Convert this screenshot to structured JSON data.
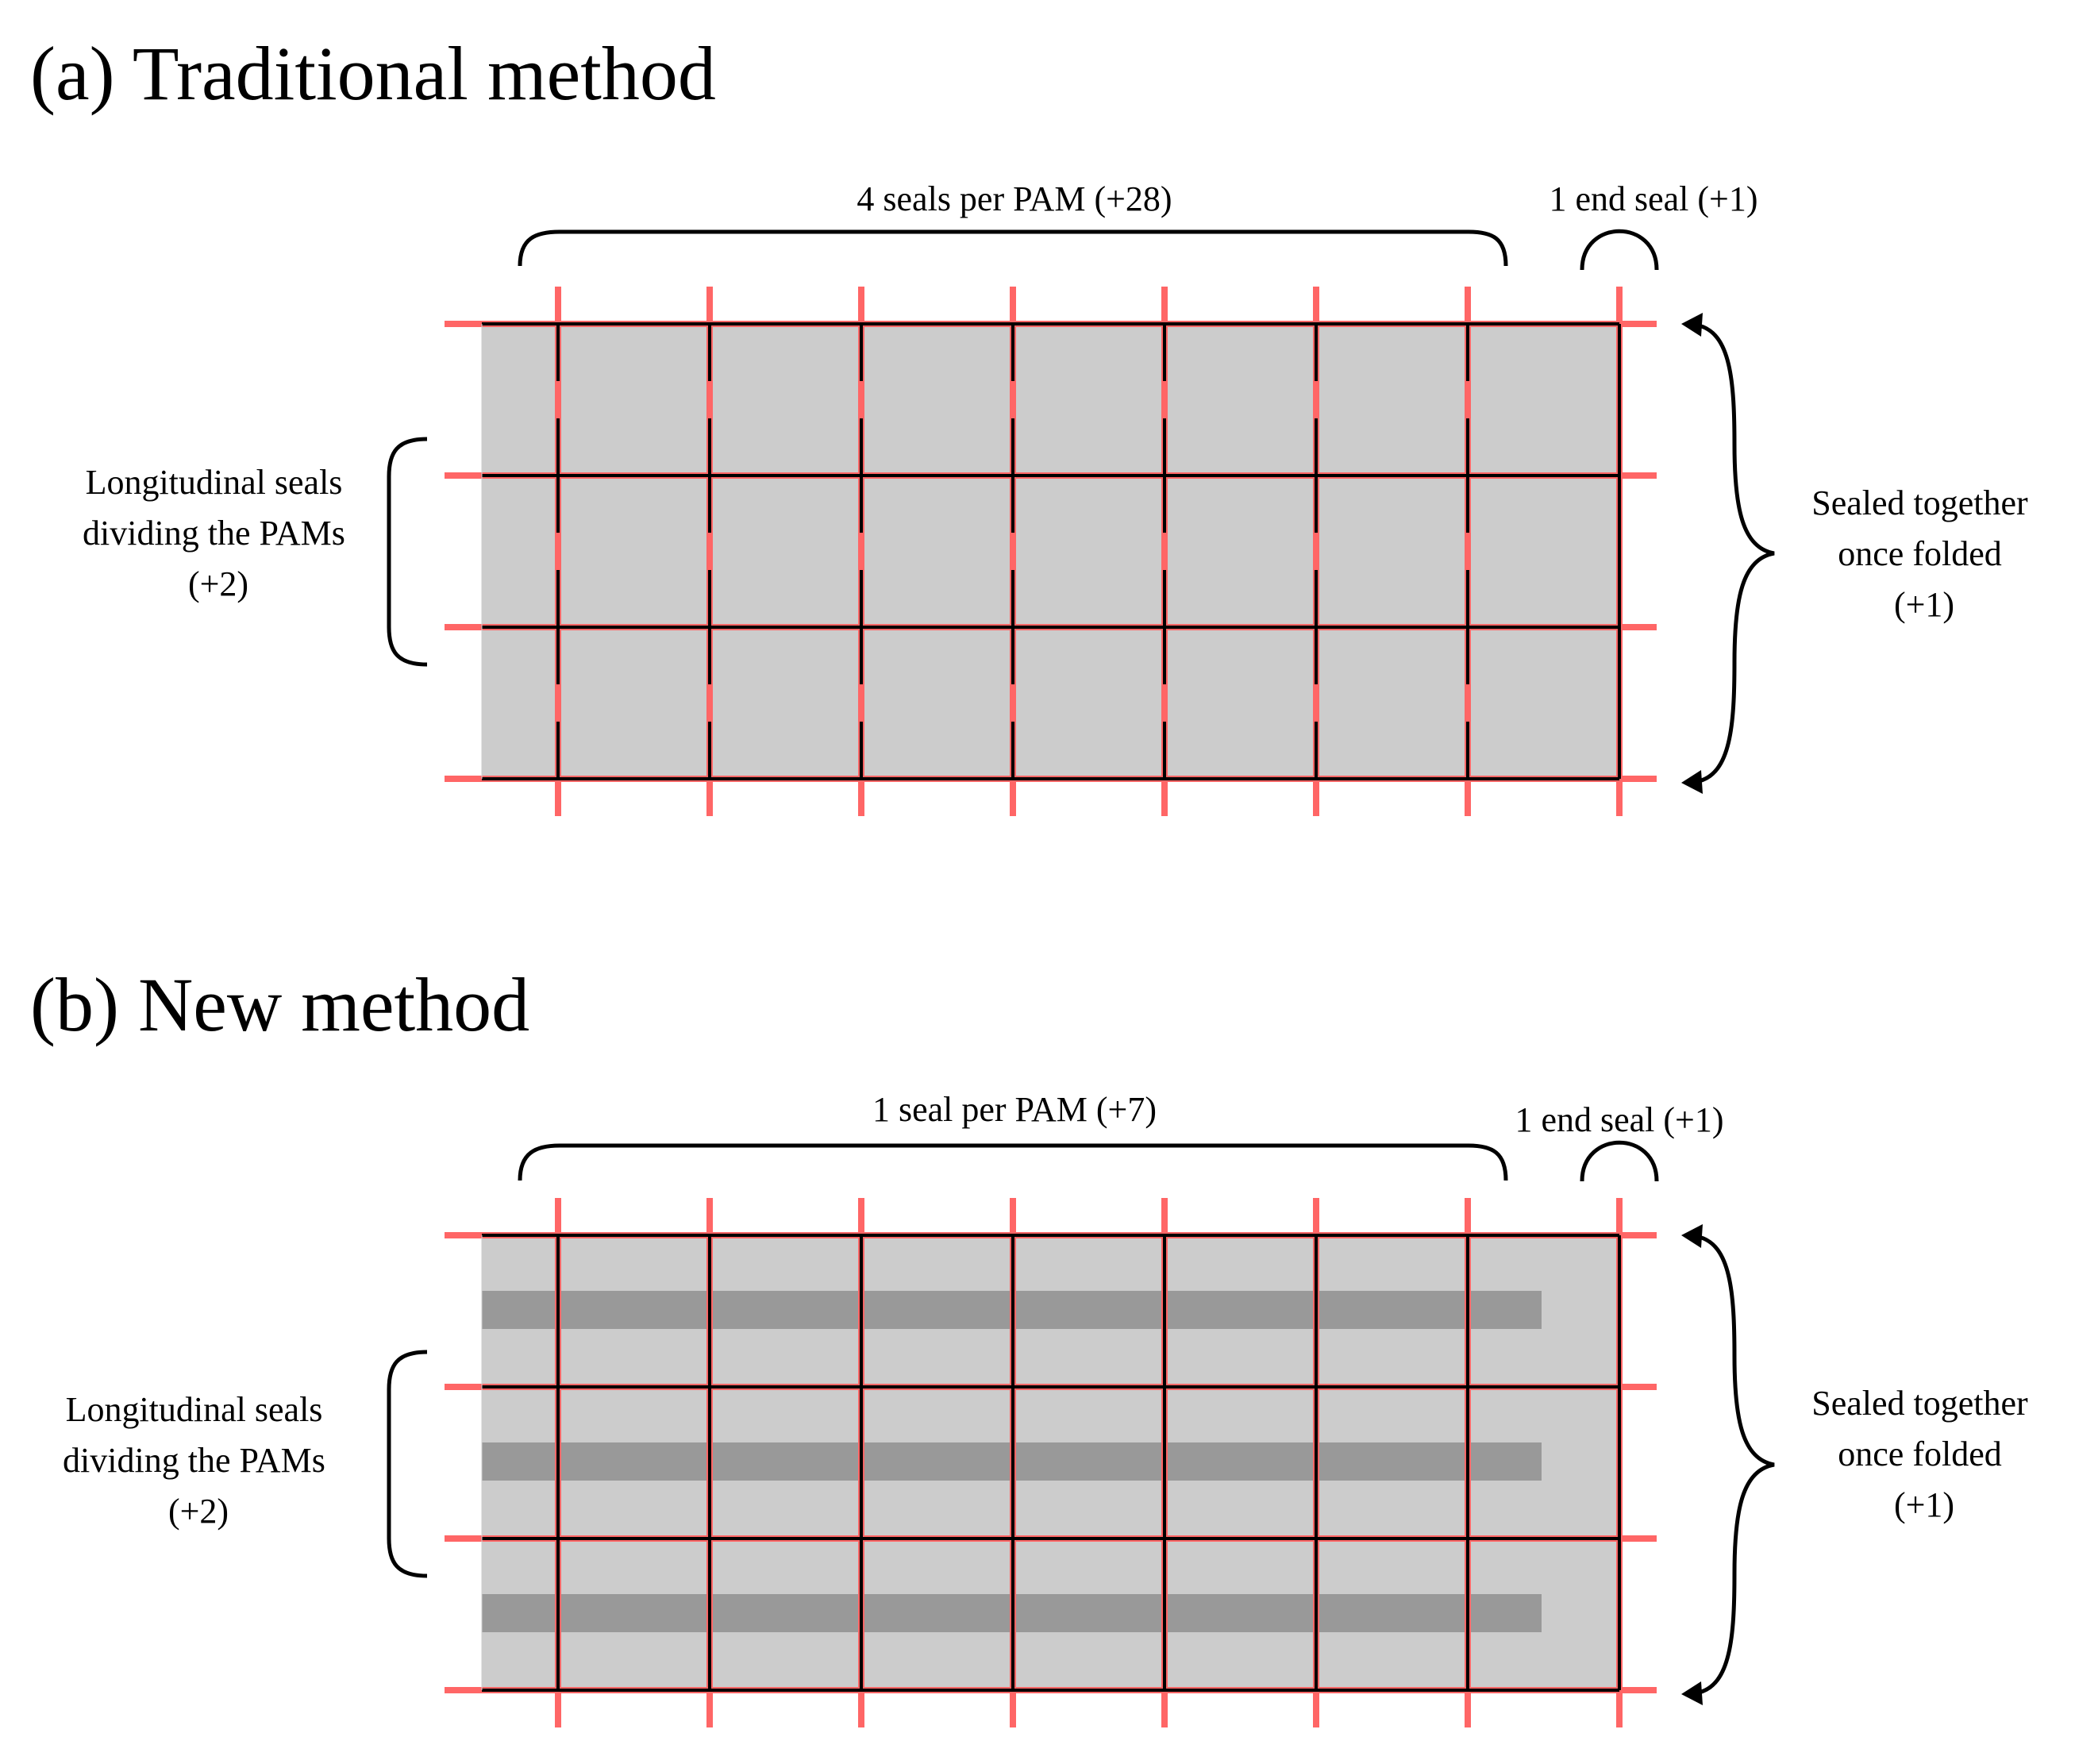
{
  "colors": {
    "sheet": "#cccccc",
    "channel": "#999999",
    "seal": "#ff6666",
    "outline": "#000000",
    "background": "#ffffff"
  },
  "panel_a": {
    "title": "(a) Traditional method",
    "top_brace_label": "4 seals per PAM (+28)",
    "end_seal_label": "1 end seal (+1)",
    "left_label": [
      "Longitudinal seals",
      "dividing the PAMs",
      "(+2)"
    ],
    "right_label": [
      "Sealed together",
      "once folded",
      "(+1)"
    ]
  },
  "panel_b": {
    "title": "(b) New method",
    "top_brace_label": "1 seal per PAM (+7)",
    "end_seal_label": "1 end seal (+1)",
    "left_label": [
      "Longitudinal seals",
      "dividing the PAMs",
      "(+2)"
    ],
    "right_label": [
      "Sealed together",
      "once folded",
      "(+1)"
    ]
  }
}
